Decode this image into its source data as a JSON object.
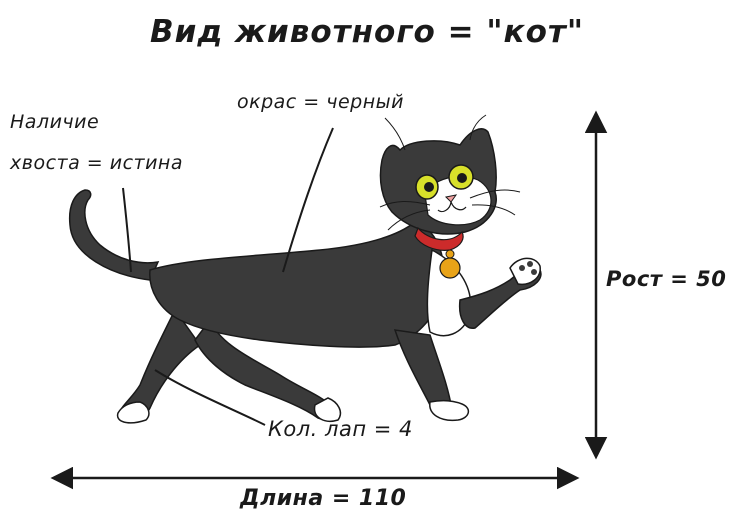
{
  "title": "Вид животного = \"кот\"",
  "labels": {
    "coat": "окрас = черный",
    "tail_line1": "Наличие",
    "tail_line2": "хвоста = истина",
    "height": "Рост = 50",
    "paws": "Кол. лап = 4",
    "length": "Длина = 110"
  },
  "colors": {
    "fur": "#3a3a3a",
    "white_fur": "#ffffff",
    "collar": "#cc2b2b",
    "bell": "#e8a318",
    "eyes": "#d8e02a",
    "nose": "#f0a0a0",
    "ink": "#1a1a1a"
  }
}
